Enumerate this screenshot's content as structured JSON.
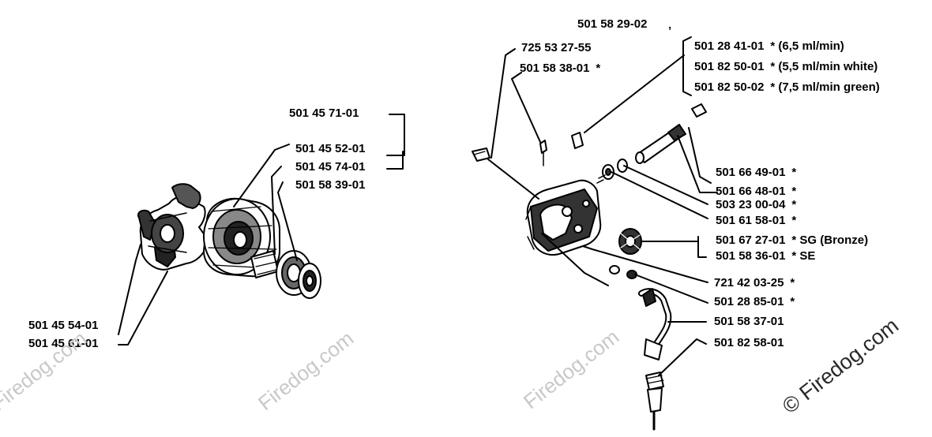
{
  "labels": [
    {
      "part": "501 58 29-02",
      "note": ""
    },
    {
      "part": "725 53 27-55",
      "note": ""
    },
    {
      "part": "501 58 38-01",
      "note": "*"
    },
    {
      "part": "501 28 41-01",
      "note": "* (6,5 ml/min)"
    },
    {
      "part": "501 82 50-01",
      "note": "* (5,5 ml/min white)"
    },
    {
      "part": "501 82 50-02",
      "note": "* (7,5 ml/min green)"
    },
    {
      "part": "501 45 71-01",
      "note": ""
    },
    {
      "part": "501 45 52-01",
      "note": ""
    },
    {
      "part": "501 45 74-01",
      "note": ""
    },
    {
      "part": "501 58 39-01",
      "note": ""
    },
    {
      "part": "501 66 49-01",
      "note": "*"
    },
    {
      "part": "501 66 48-01",
      "note": "*"
    },
    {
      "part": "503 23 00-04",
      "note": "*"
    },
    {
      "part": "501 61 58-01",
      "note": "*"
    },
    {
      "part": "501 67 27-01",
      "note": "* SG (Bronze)"
    },
    {
      "part": "501 58 36-01",
      "note": "* SE"
    },
    {
      "part": "721 42 03-25",
      "note": "*"
    },
    {
      "part": "501 28 85-01",
      "note": "*"
    },
    {
      "part": "501 58 37-01",
      "note": ""
    },
    {
      "part": "501 82 58-01",
      "note": ""
    },
    {
      "part": "501 45 54-01",
      "note": ""
    },
    {
      "part": "501 45 61-01",
      "note": ""
    }
  ],
  "watermark": {
    "text": "Firedog.com",
    "copyright_text": "© Firedog.com"
  },
  "colors": {
    "ink": "#000000",
    "watermark": "#c8c8c8",
    "paper": "#ffffff"
  }
}
